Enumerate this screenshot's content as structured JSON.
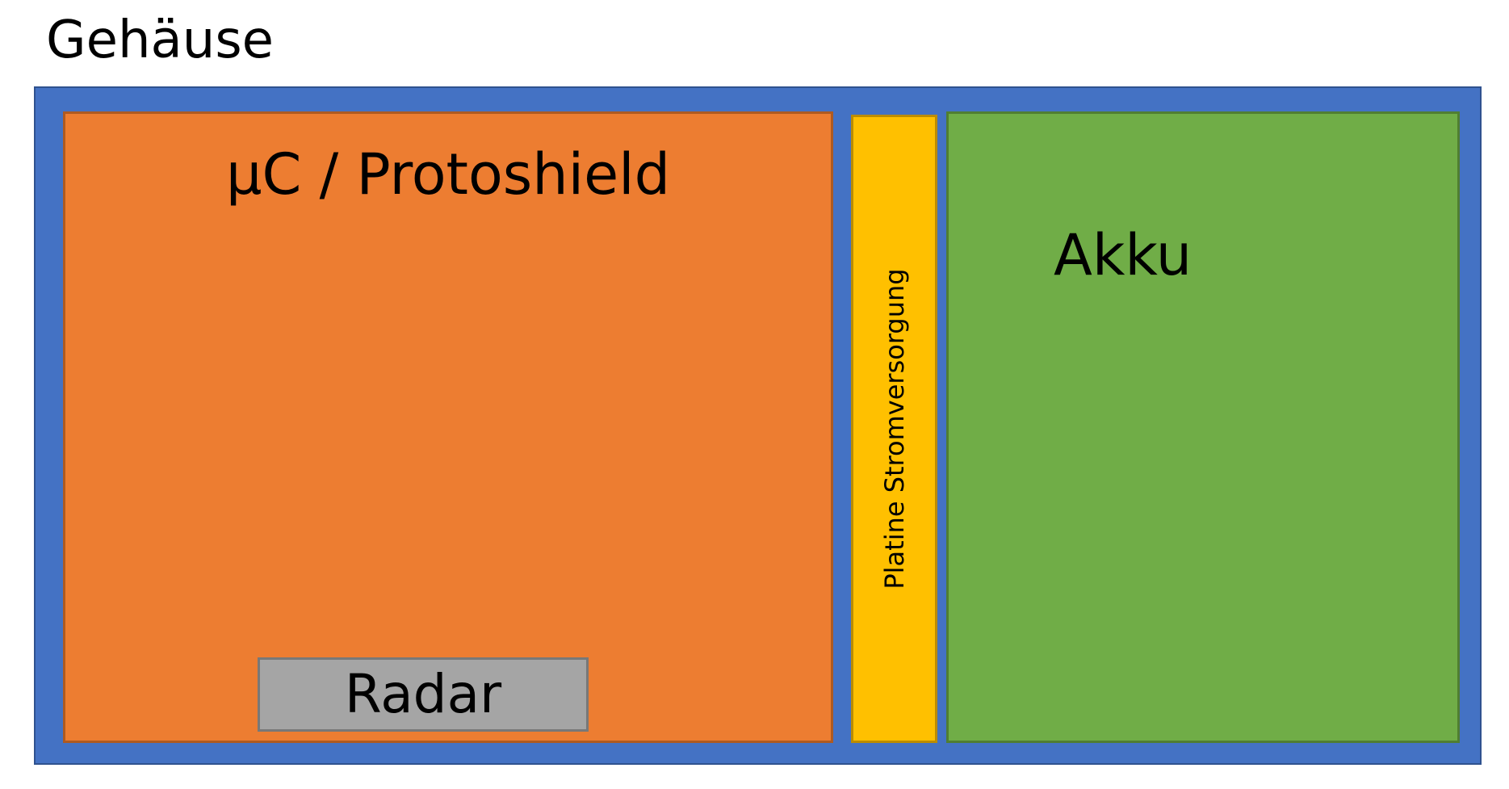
{
  "title": "Gehäuse",
  "blocks": {
    "mcu": {
      "label": "µC / Protoshield"
    },
    "radar": {
      "label": "Radar"
    },
    "power": {
      "label": "Platine Stromversorgung"
    },
    "battery": {
      "label": "Akku"
    }
  },
  "colors": {
    "enclosure": "#4472c4",
    "mcu": "#ed7d31",
    "radar": "#a5a5a5",
    "power": "#ffc000",
    "battery": "#70ad47"
  }
}
